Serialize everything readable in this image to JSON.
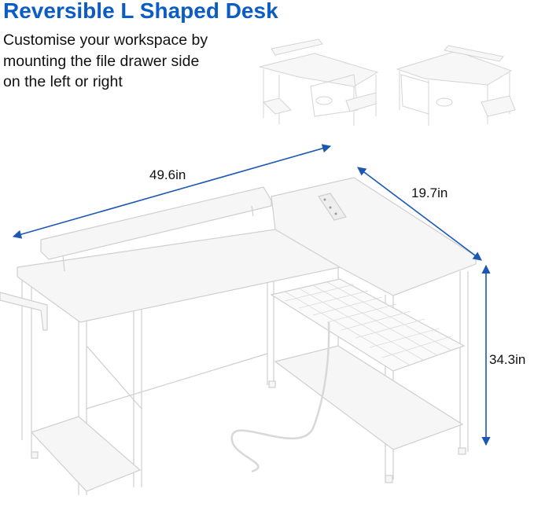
{
  "heading": "Reversible L Shaped Desk",
  "description_lines": [
    "Customise your workspace by",
    "mounting the file drawer side",
    "on the left or right"
  ],
  "dimensions": {
    "length": "49.6in",
    "depth": "19.7in",
    "height": "34.3in"
  },
  "colors": {
    "heading": "#0b5cc5",
    "arrow": "#1b57b3",
    "desk": "#f6f6f6",
    "outline": "#cfcfcf"
  }
}
